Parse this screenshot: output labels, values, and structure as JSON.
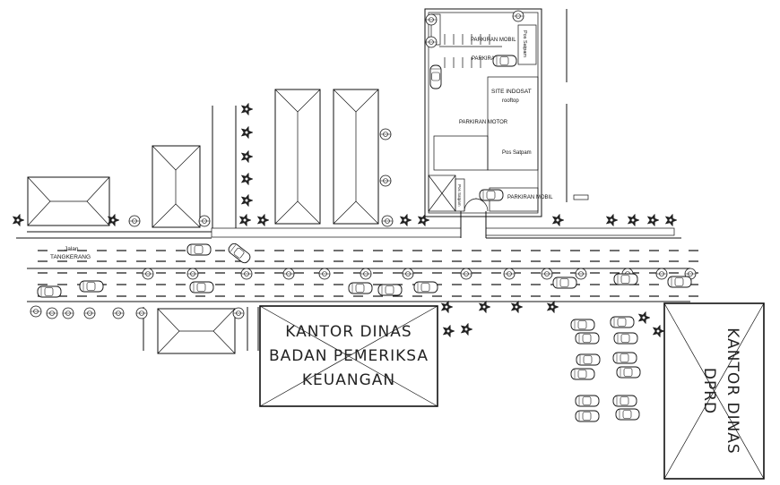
{
  "labels": {
    "street_prefix": "Jalan",
    "street_name": "TANGKERANG",
    "parkiran_mobil_top": "PARKIRAN MOBIL",
    "parkiran_mobil_mid": "PARKIRAN MOBIL",
    "pos_satpam_vertical": "Pos Satpam",
    "site_indosat": "SITE INDOSAT",
    "rooftop": "rooftop",
    "parkiran_motor": "PARKIRAN MOTOR",
    "pos_satpam_box": "Pos Satpam",
    "parkiran_mobil_bottom": "PARKIRAN MOBIL",
    "pos_satpam_small": "Pos Satpam"
  },
  "buildings": {
    "bpk_line1": "KANTOR DINAS",
    "bpk_line2": "BADAN PEMERIKSA",
    "bpk_line3": "KEUANGAN",
    "dprd_line1": "KANTOR DINAS",
    "dprd_line2": "DPRD"
  },
  "icons": [
    "tree-icon",
    "shrub-icon",
    "car-icon"
  ],
  "colors": {
    "ink": "#111111",
    "background": "#ffffff"
  }
}
